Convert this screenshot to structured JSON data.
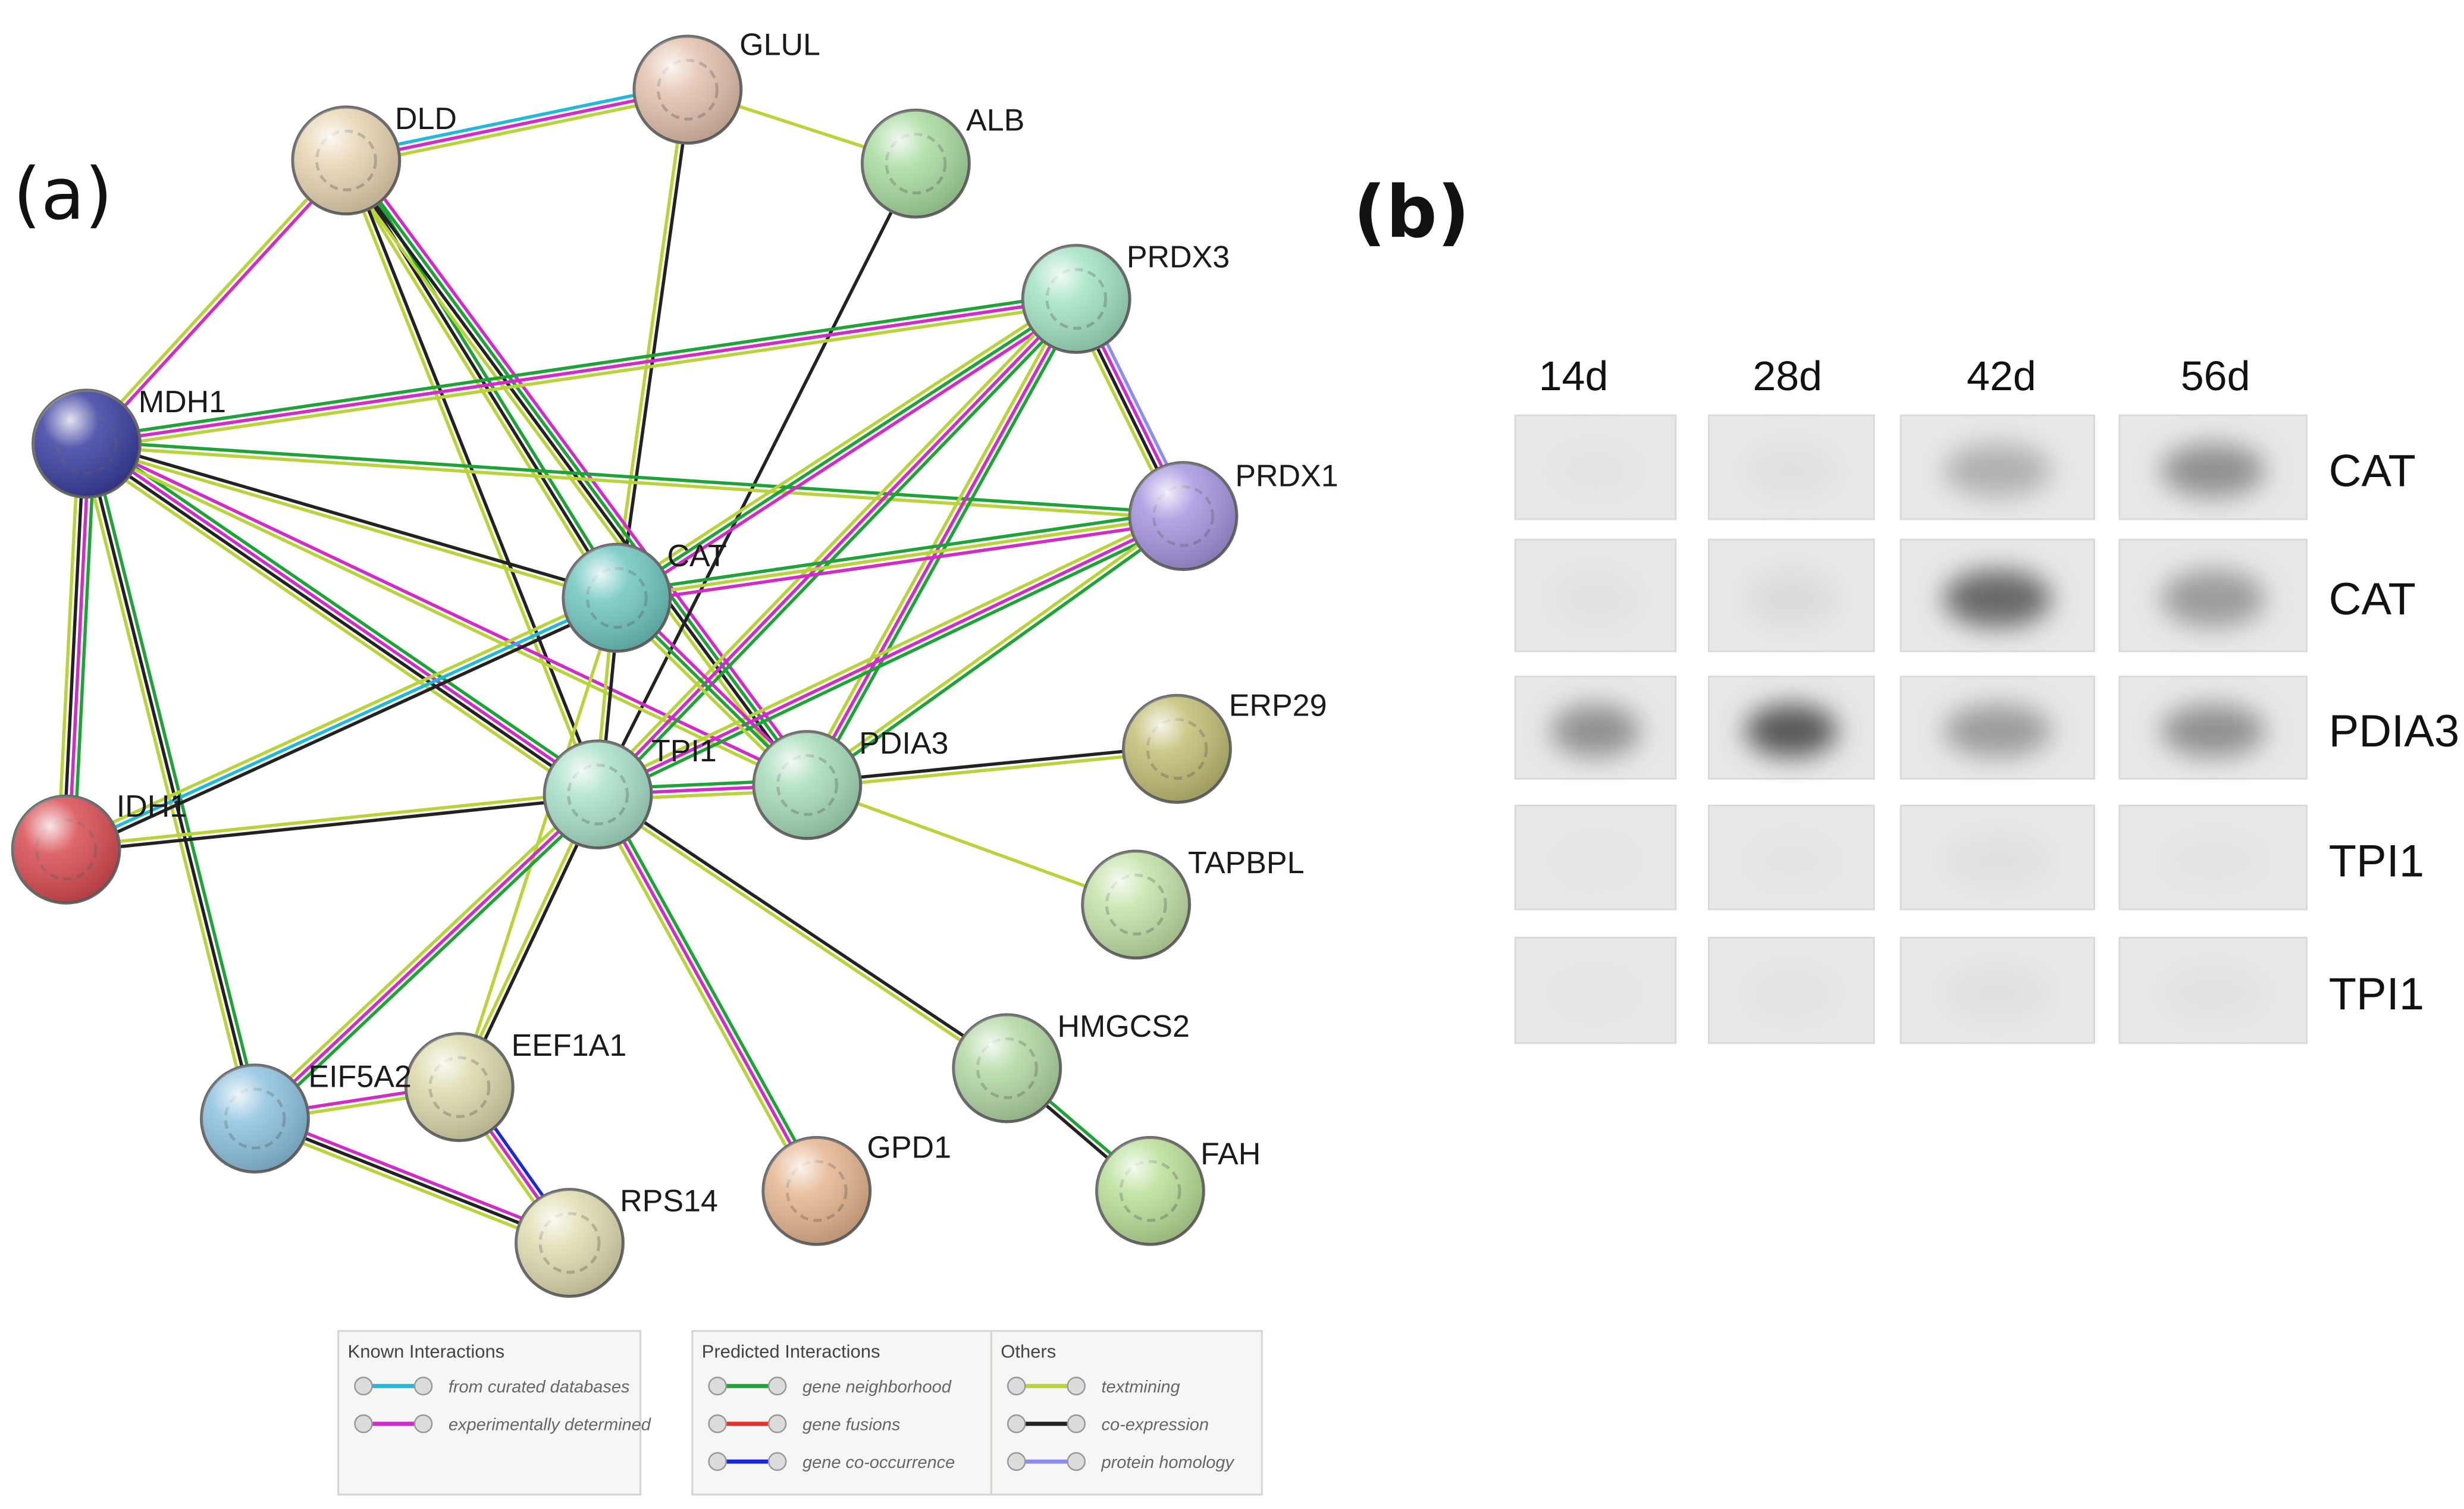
{
  "panels": {
    "a": "(a)",
    "b": "(b)"
  },
  "network": {
    "nodes": [
      {
        "id": "GLUL",
        "label": "GLUL",
        "color": "#e3c1ad"
      },
      {
        "id": "DLD",
        "label": "DLD",
        "color": "#e8d4b2"
      },
      {
        "id": "ALB",
        "label": "ALB",
        "color": "#a9dba0"
      },
      {
        "id": "PRDX3",
        "label": "PRDX3",
        "color": "#a2e2c2"
      },
      {
        "id": "MDH1",
        "label": "MDH1",
        "color": "#3b3fa0"
      },
      {
        "id": "PRDX1",
        "label": "PRDX1",
        "color": "#a794e0"
      },
      {
        "id": "CAT",
        "label": "CAT",
        "color": "#6fc6c0"
      },
      {
        "id": "TPI1",
        "label": "TPI1",
        "color": "#a8e0c8"
      },
      {
        "id": "PDIA3",
        "label": "PDIA3",
        "color": "#a6dcb8"
      },
      {
        "id": "ERP29",
        "label": "ERP29",
        "color": "#c2be74"
      },
      {
        "id": "IDH1",
        "label": "IDH1",
        "color": "#d84c52"
      },
      {
        "id": "TAPBPL",
        "label": "TAPBPL",
        "color": "#c4e2a8"
      },
      {
        "id": "HMGCS2",
        "label": "HMGCS2",
        "color": "#b2d9a4"
      },
      {
        "id": "EEF1A1",
        "label": "EEF1A1",
        "color": "#dcdaac"
      },
      {
        "id": "EIF5A2",
        "label": "EIF5A2",
        "color": "#8dc2e0"
      },
      {
        "id": "GPD1",
        "label": "GPD1",
        "color": "#e6b58f"
      },
      {
        "id": "FAH",
        "label": "FAH",
        "color": "#b9df98"
      },
      {
        "id": "RPS14",
        "label": "RPS14",
        "color": "#e0dcb0"
      }
    ],
    "edges": [
      {
        "from": "DLD",
        "to": "GLUL",
        "types": [
          "curated",
          "experimental",
          "textmining"
        ]
      },
      {
        "from": "GLUL",
        "to": "ALB",
        "types": [
          "textmining"
        ]
      },
      {
        "from": "GLUL",
        "to": "CAT",
        "types": [
          "coexpression",
          "textmining"
        ]
      },
      {
        "from": "DLD",
        "to": "MDH1",
        "types": [
          "experimental",
          "textmining"
        ]
      },
      {
        "from": "DLD",
        "to": "CAT",
        "types": [
          "neighborhood",
          "coexpression",
          "textmining"
        ]
      },
      {
        "from": "DLD",
        "to": "TPI1",
        "types": [
          "coexpression",
          "textmining"
        ]
      },
      {
        "from": "DLD",
        "to": "PDIA3",
        "types": [
          "experimental",
          "neighborhood",
          "coexpression",
          "textmining"
        ]
      },
      {
        "from": "ALB",
        "to": "TPI1",
        "types": [
          "coexpression"
        ]
      },
      {
        "from": "MDH1",
        "to": "PRDX3",
        "types": [
          "neighborhood",
          "experimental",
          "textmining"
        ]
      },
      {
        "from": "MDH1",
        "to": "PRDX1",
        "types": [
          "neighborhood",
          "textmining"
        ]
      },
      {
        "from": "MDH1",
        "to": "CAT",
        "types": [
          "coexpression",
          "textmining"
        ]
      },
      {
        "from": "MDH1",
        "to": "TPI1",
        "types": [
          "neighborhood",
          "experimental",
          "coexpression",
          "textmining"
        ]
      },
      {
        "from": "MDH1",
        "to": "PDIA3",
        "types": [
          "experimental",
          "textmining"
        ]
      },
      {
        "from": "MDH1",
        "to": "IDH1",
        "types": [
          "neighborhood",
          "experimental",
          "coexpression",
          "textmining"
        ]
      },
      {
        "from": "MDH1",
        "to": "EIF5A2",
        "types": [
          "neighborhood",
          "coexpression",
          "textmining"
        ]
      },
      {
        "from": "PRDX3",
        "to": "PRDX1",
        "types": [
          "homology",
          "experimental",
          "coexpression",
          "textmining"
        ]
      },
      {
        "from": "PRDX3",
        "to": "CAT",
        "types": [
          "experimental",
          "neighborhood",
          "textmining"
        ]
      },
      {
        "from": "PRDX3",
        "to": "TPI1",
        "types": [
          "neighborhood",
          "experimental",
          "textmining"
        ]
      },
      {
        "from": "PRDX3",
        "to": "PDIA3",
        "types": [
          "neighborhood",
          "experimental",
          "textmining"
        ]
      },
      {
        "from": "PRDX1",
        "to": "CAT",
        "types": [
          "experimental",
          "textmining",
          "neighborhood"
        ]
      },
      {
        "from": "PRDX1",
        "to": "TPI1",
        "types": [
          "neighborhood",
          "experimental",
          "textmining"
        ]
      },
      {
        "from": "PRDX1",
        "to": "PDIA3",
        "types": [
          "neighborhood",
          "textmining"
        ]
      },
      {
        "from": "CAT",
        "to": "TPI1",
        "types": [
          "coexpression",
          "textmining"
        ]
      },
      {
        "from": "CAT",
        "to": "PDIA3",
        "types": [
          "experimental",
          "neighborhood",
          "textmining"
        ]
      },
      {
        "from": "CAT",
        "to": "IDH1",
        "types": [
          "coexpression",
          "curated",
          "textmining"
        ]
      },
      {
        "from": "CAT",
        "to": "EEF1A1",
        "types": [
          "textmining"
        ]
      },
      {
        "from": "TPI1",
        "to": "PDIA3",
        "types": [
          "neighborhood",
          "experimental",
          "textmining"
        ]
      },
      {
        "from": "TPI1",
        "to": "IDH1",
        "types": [
          "coexpression",
          "textmining"
        ]
      },
      {
        "from": "TPI1",
        "to": "EIF5A2",
        "types": [
          "neighborhood",
          "experimental",
          "textmining"
        ]
      },
      {
        "from": "TPI1",
        "to": "EEF1A1",
        "types": [
          "coexpression",
          "textmining"
        ]
      },
      {
        "from": "TPI1",
        "to": "GPD1",
        "types": [
          "neighborhood",
          "experimental",
          "textmining"
        ]
      },
      {
        "from": "TPI1",
        "to": "HMGCS2",
        "types": [
          "coexpression",
          "textmining"
        ]
      },
      {
        "from": "PDIA3",
        "to": "ERP29",
        "types": [
          "coexpression",
          "textmining"
        ]
      },
      {
        "from": "PDIA3",
        "to": "TAPBPL",
        "types": [
          "textmining"
        ]
      },
      {
        "from": "HMGCS2",
        "to": "FAH",
        "types": [
          "neighborhood",
          "coexpression"
        ]
      },
      {
        "from": "EIF5A2",
        "to": "EEF1A1",
        "types": [
          "experimental",
          "textmining"
        ]
      },
      {
        "from": "EIF5A2",
        "to": "RPS14",
        "types": [
          "experimental",
          "coexpression",
          "textmining"
        ]
      },
      {
        "from": "EEF1A1",
        "to": "RPS14",
        "types": [
          "cooccurrence",
          "experimental",
          "textmining"
        ]
      }
    ],
    "edge_colors": {
      "curated": "#22b8d8",
      "experimental": "#d02cc8",
      "neighborhood": "#1fa238",
      "fusions": "#e0352f",
      "cooccurrence": "#1a2ad0",
      "textmining": "#b8d43a",
      "coexpression": "#222222",
      "homology": "#8f8cf0"
    }
  },
  "legend": {
    "groups": [
      {
        "title": "Known Interactions",
        "items": [
          {
            "label": "from curated databases",
            "type": "curated"
          },
          {
            "label": "experimentally determined",
            "type": "experimental"
          }
        ]
      },
      {
        "title": "Predicted Interactions",
        "items": [
          {
            "label": "gene neighborhood",
            "type": "neighborhood"
          },
          {
            "label": "gene fusions",
            "type": "fusions"
          },
          {
            "label": "gene co-occurrence",
            "type": "cooccurrence"
          }
        ]
      },
      {
        "title": "Others",
        "items": [
          {
            "label": "textmining",
            "type": "textmining"
          },
          {
            "label": "co-expression",
            "type": "coexpression"
          },
          {
            "label": "protein homology",
            "type": "homology"
          }
        ]
      }
    ]
  },
  "blot": {
    "columns": [
      "14d",
      "28d",
      "42d",
      "56d"
    ],
    "rows": [
      {
        "label": "CAT",
        "intensity": [
          0.05,
          0.1,
          0.45,
          0.6
        ]
      },
      {
        "label": "CAT",
        "intensity": [
          0.08,
          0.15,
          0.75,
          0.55
        ]
      },
      {
        "label": "PDIA3",
        "intensity": [
          0.6,
          0.85,
          0.55,
          0.6
        ]
      },
      {
        "label": "TPI1",
        "intensity": [
          0.02,
          0.03,
          0.1,
          0.05
        ]
      },
      {
        "label": "TPI1",
        "intensity": [
          0.02,
          0.06,
          0.1,
          0.08
        ]
      }
    ]
  }
}
